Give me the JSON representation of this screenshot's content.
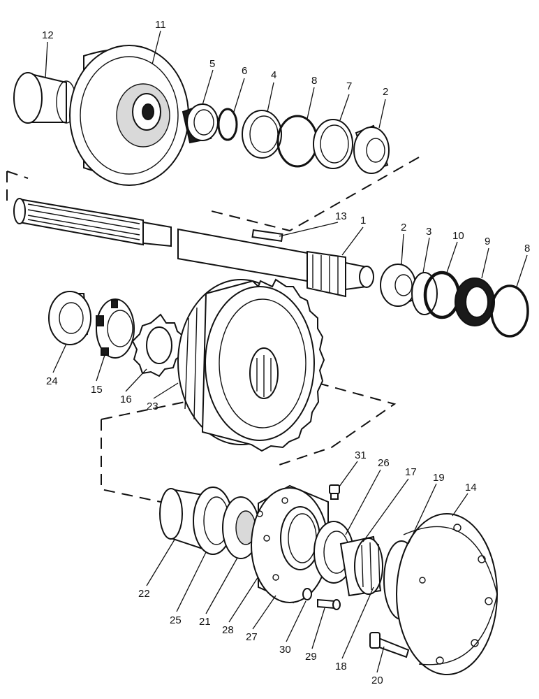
{
  "callouts": [
    "12",
    "11",
    "5",
    "6",
    "4",
    "8",
    "7",
    "2",
    "13",
    "1",
    "2",
    "3",
    "10",
    "9",
    "8",
    "24",
    "15",
    "16",
    "23",
    "31",
    "26",
    "17",
    "19",
    "14",
    "22",
    "25",
    "21",
    "28",
    "27",
    "30",
    "29",
    "18",
    "20"
  ]
}
